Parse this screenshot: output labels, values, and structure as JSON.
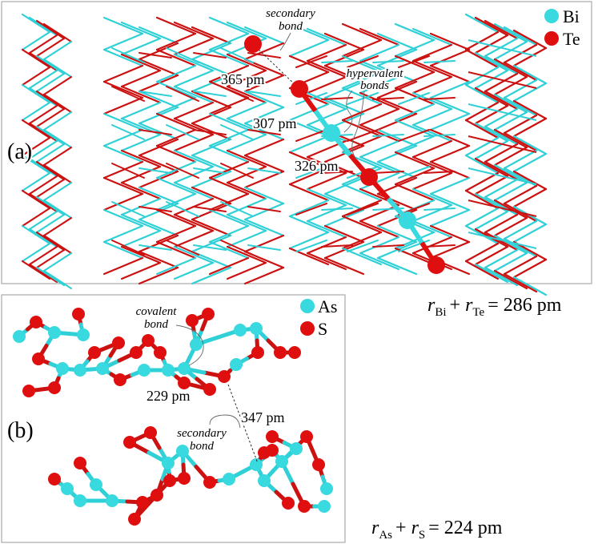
{
  "colors": {
    "bi": "#2fd0d6",
    "te": "#cc1111",
    "as": "#2fd0d6",
    "s": "#cc1111",
    "bi_ball": "#38d9df",
    "te_ball": "#e00f0f"
  },
  "panel_a": {
    "label": "(a)",
    "legend": [
      {
        "symbol": "Bi",
        "color": "#2fd0d6"
      },
      {
        "symbol": "Te",
        "color": "#cc1111"
      }
    ],
    "annotations": {
      "secondary_bond": [
        "secondary",
        "bond"
      ],
      "hypervalent_bonds": [
        "hypervalent",
        "bonds"
      ]
    },
    "distances": {
      "d365": "365 pm",
      "d307": "307 pm",
      "d326": "326 pm"
    }
  },
  "panel_b": {
    "label": "(b)",
    "legend": [
      {
        "symbol": "As",
        "color": "#2fd0d6"
      },
      {
        "symbol": "S",
        "color": "#cc1111"
      }
    ],
    "annotations": {
      "covalent_bond": [
        "covalent",
        "bond"
      ],
      "secondary_bond": [
        "secondary",
        "bond"
      ]
    },
    "distances": {
      "d229": "229 pm",
      "d347": "347 pm"
    }
  },
  "radius_sums": {
    "bite": {
      "r1": "r",
      "sub1": "Bi",
      "r2": "r",
      "sub2": "Te",
      "rhs": "= 286 pm"
    },
    "as_s": {
      "r1": "r",
      "sub1": "As",
      "r2": "r",
      "sub2": "S",
      "rhs": "= 224 pm"
    }
  }
}
